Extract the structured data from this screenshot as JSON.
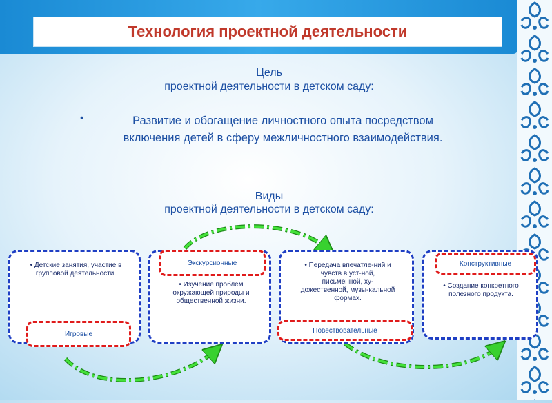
{
  "title": "Технология проектной деятельности",
  "goal": {
    "heading_line1": "Цель",
    "heading_line2": "проектной  деятельности в детском саду:",
    "bullet_line1": "Развитие и обогащение личностного опыта посредством",
    "bullet_line2": "включения детей в сферу межличностного взаимодействия."
  },
  "types": {
    "heading_line1": "Виды",
    "heading_line2": "проектной  деятельности в детском саду:"
  },
  "cards": [
    {
      "tag": "Игровые",
      "desc_l1": "• Детские занятия, участие в",
      "desc_l2": "групповой деятельности."
    },
    {
      "tag": "Экскурсионные",
      "desc_l1": "• Изучение проблем",
      "desc_l2": "окружающей природы и",
      "desc_l3": "общественной жизни."
    },
    {
      "tag": "Повествовательные",
      "desc_l1": "• Передача впечатле-ний и",
      "desc_l2": "чувств в уст-ной,",
      "desc_l3": "письменной, ху-",
      "desc_l4": "дожественной, музы-кальной",
      "desc_l5": "формах."
    },
    {
      "tag": "Конструктивные",
      "desc_l1": "• Создание конкретного",
      "desc_l2": "полезного продукта."
    }
  ],
  "colors": {
    "title_text": "#c0392b",
    "body_text": "#1c4fa3",
    "card_border": "#1f3fc4",
    "tag_border": "#e01b1b",
    "arrow": "#38d12f"
  }
}
